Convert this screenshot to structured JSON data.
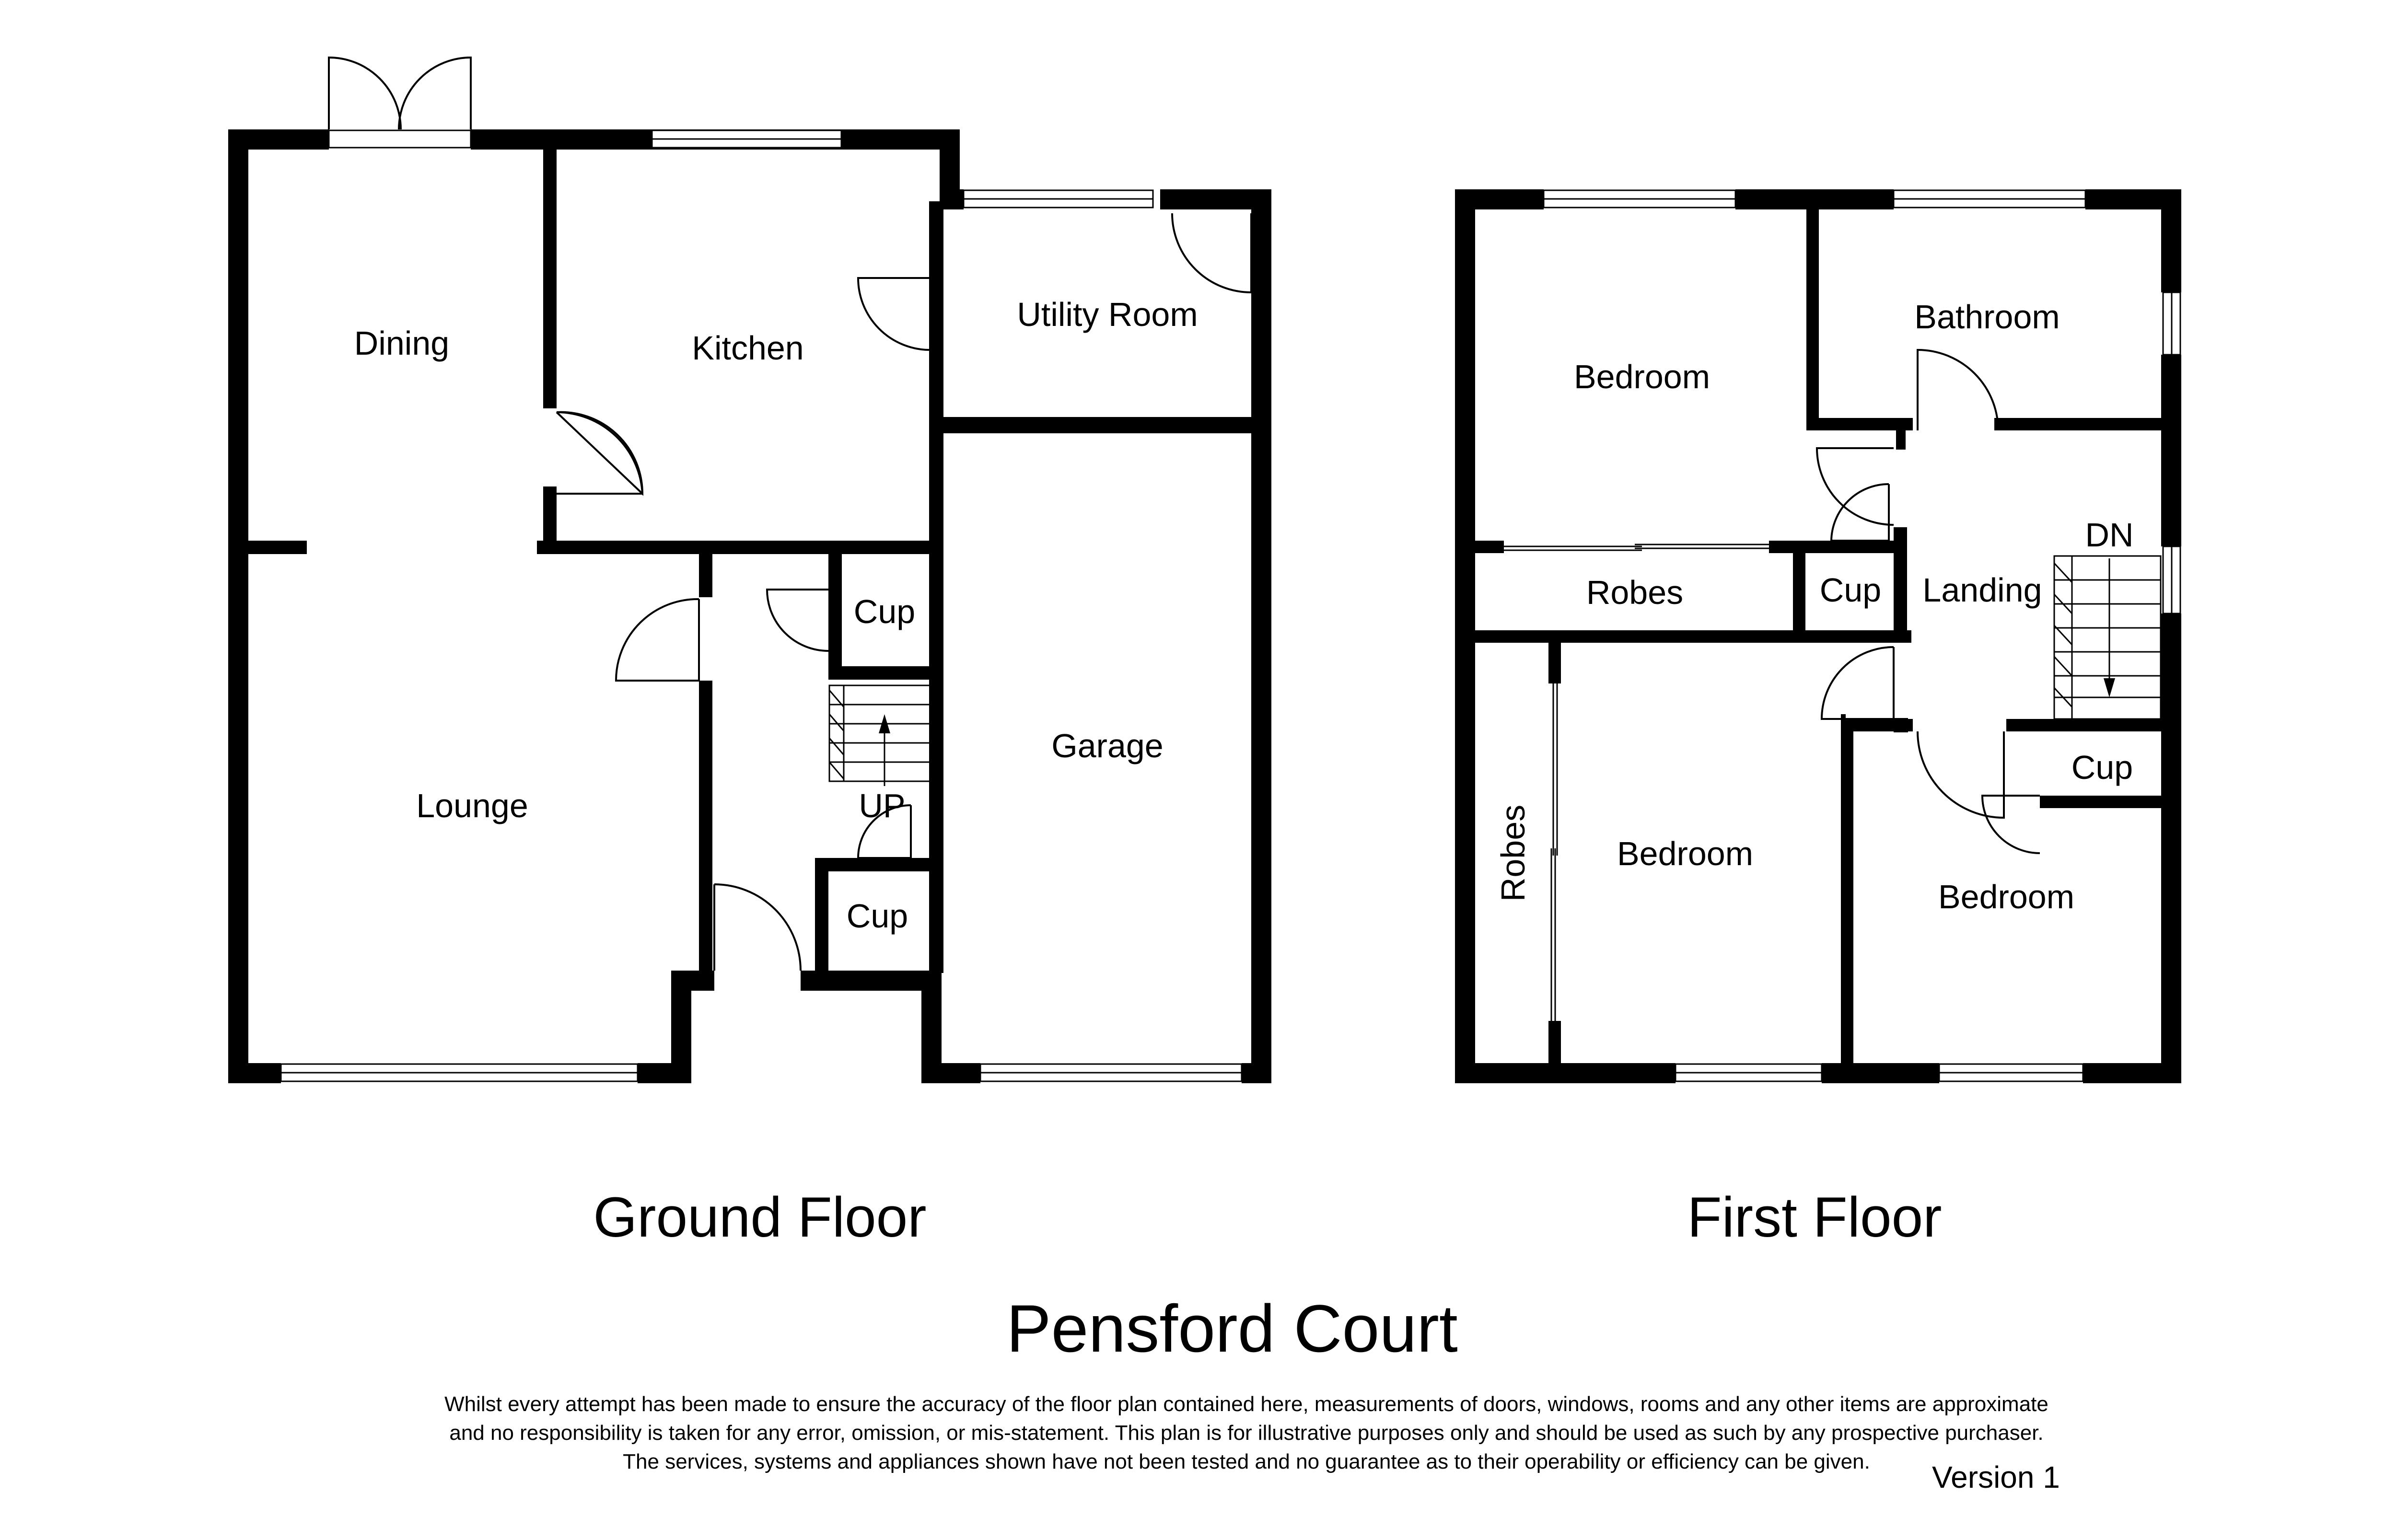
{
  "title": "Pensford Court",
  "ground_floor": {
    "label": "Ground Floor",
    "rooms": {
      "dining": "Dining",
      "kitchen": "Kitchen",
      "utility": "Utility Room",
      "lounge": "Lounge",
      "garage": "Garage",
      "cup_upper": "Cup",
      "cup_lower": "Cup",
      "stairs_up": "UP"
    }
  },
  "first_floor": {
    "label": "First Floor",
    "rooms": {
      "bedroom_front_left": "Bedroom",
      "bathroom": "Bathroom",
      "robes_top": "Robes",
      "cup_landing": "Cup",
      "landing": "Landing",
      "stairs_down": "DN",
      "cup_right": "Cup",
      "robes_side": "Robes",
      "bedroom_middle": "Bedroom",
      "bedroom_right": "Bedroom"
    }
  },
  "disclaimer": {
    "line1": "Whilst every attempt has been made to ensure the accuracy of the floor plan contained here, measurements of doors, windows, rooms and any other items are approximate",
    "line2": "and no responsibility is taken for any error, omission, or mis-statement. This plan is for illustrative purposes only and should be used as such by any prospective purchaser.",
    "line3": "The services, systems and appliances shown have not been tested and no guarantee as to their operability or efficiency can be given."
  },
  "version": "Version 1",
  "colors": {
    "wall": "#000000",
    "background": "#ffffff"
  }
}
